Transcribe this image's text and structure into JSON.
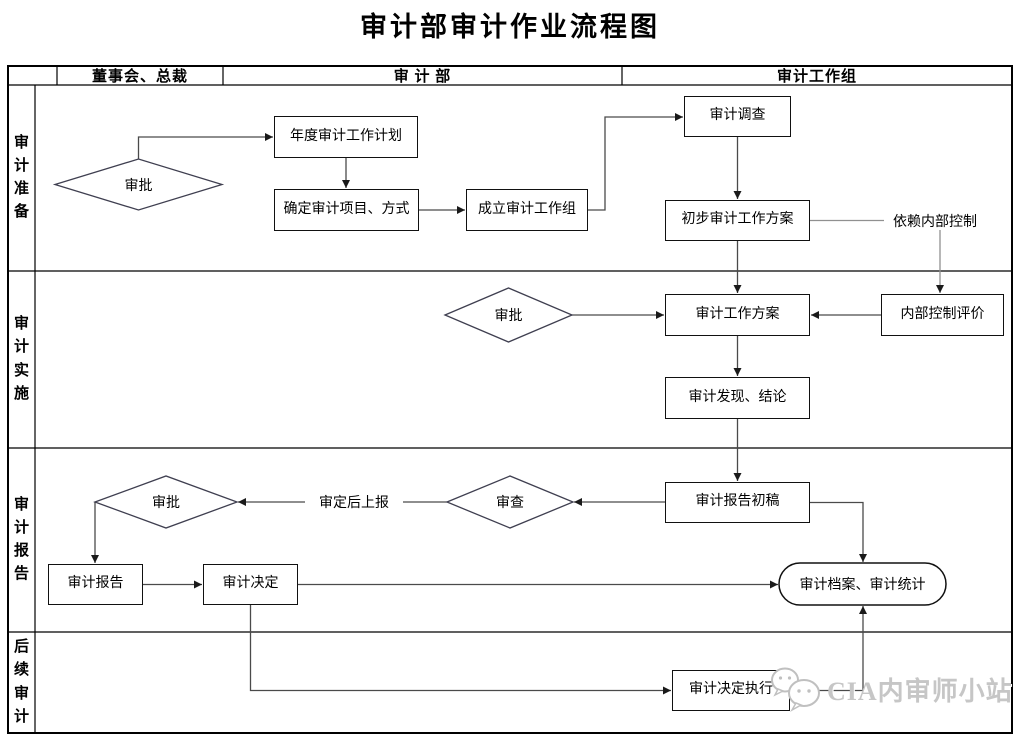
{
  "title": "审计部审计作业流程图",
  "watermark": "CIA内审师小站",
  "colors": {
    "box_border": "#111111",
    "connector": "#4a4a4a",
    "light_connector": "#909090",
    "grid": "#000000",
    "watermark_gray": "#c6c6c6"
  },
  "swimlanes": {
    "header_columns": {
      "c1": "董事会、总裁",
      "c2": "审 计 部",
      "c3": "审计工作组"
    },
    "row_labels": {
      "r1": "审计准备",
      "r2": "审计实施",
      "r3": "审计报告",
      "r4": "后续审计"
    }
  },
  "nodes": {
    "approve1": "审批",
    "annual_plan": "年度审计工作计划",
    "determine_items": "确定审计项目、方式",
    "establish_team": "成立审计工作组",
    "investigation": "审计调查",
    "preliminary_plan": "初步审计工作方案",
    "rely_internal_control": "依赖内部控制",
    "approve2": "审批",
    "work_plan": "审计工作方案",
    "ic_evaluation": "内部控制评价",
    "findings": "审计发现、结论",
    "draft_report": "审计报告初稿",
    "review": "审查",
    "approve3": "审批",
    "submit_after_approval": "审定后上报",
    "report": "审计报告",
    "decision": "审计决定",
    "archive_stats": "审计档案、审计统计",
    "decision_execution": "审计决定执行"
  }
}
